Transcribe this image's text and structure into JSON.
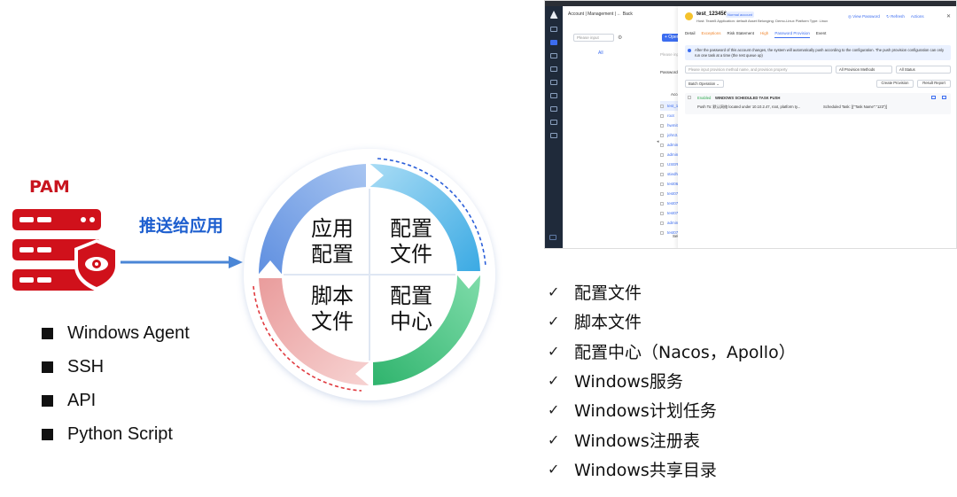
{
  "pam": {
    "label": "PAM",
    "push_label": "推送给应用"
  },
  "methods": [
    "Windows Agent",
    "SSH",
    "API",
    "Python Script"
  ],
  "cycle": {
    "segments": [
      {
        "text": [
          "应用",
          "配置"
        ]
      },
      {
        "text": [
          "配置",
          "文件"
        ]
      },
      {
        "text": [
          "脚本",
          "文件"
        ]
      },
      {
        "text": [
          "配置",
          "中心"
        ]
      }
    ],
    "colors": {
      "top_left": "#7ea6e8",
      "top_right": "#6fc4ec",
      "bottom_right": "#4cc98a",
      "bottom_left": "#f2b7b6",
      "dash_left": "#e0393e",
      "dash_right": "#2b5fd9"
    }
  },
  "screenshot": {
    "breadcrumb": "Account  |  Management  |  ← Back",
    "filter_placeholder": "Please input",
    "tree_all": "All",
    "open_button": "+ Open Account",
    "list_placeholder": "Please input sear",
    "password_expire": "Password Expire",
    "account_header": "Account",
    "accounts": [
      "test_123456",
      "root",
      "hwmit...",
      "john3...",
      "admini...",
      "admini...",
      "USER99...",
      "stiedhost...",
      "test0672...",
      "test0703...",
      "test0706...",
      "test0709...",
      "admini...",
      "test0708..."
    ],
    "select_all": "Select All",
    "account_name": "test_123456",
    "account_badge": "Normal account",
    "account_meta": "Host: Team5     Application: default     Asset Belonging: Demo-Linux     Platform Type: Linux",
    "actions": [
      "◎ View Password",
      "↻ Refresh",
      "Actions"
    ],
    "tabs": [
      "Detail",
      "Risk Statement",
      "Password Provision",
      "Event"
    ],
    "tab_badges": [
      "Exceptions",
      "High",
      "",
      ""
    ],
    "info_text": "After the password of this account changes, the system will automatically push according to the configuration. The push provision configuration can only run one task at a time (the rest queue up)",
    "search_placeholder": "Please input provision method name, and provision property",
    "provision_methods": "All Provision Methods",
    "status_filter": "All Status",
    "batch_operation": "Batch Operation ⌄",
    "create_provision": "Create Provision",
    "result_report": "Result Report",
    "provision": {
      "status": "Enabled",
      "title": "WINDOWS SCHEDULED TASK PUSH",
      "push_to": "Push To:  默认网络 located under 10.10.2.47, root, platform ty...",
      "scheduled_task": "Scheduled Task:  [{\"Task Name\":\"123\"}]"
    }
  },
  "features": [
    "配置文件",
    "脚本文件",
    "配置中心（Nacos，Apollo）",
    "Windows服务",
    "Windows计划任务",
    "Windows注册表",
    "Windows共享目录"
  ],
  "icons": [
    "server-shield-icon",
    "push-arrow-icon",
    "check-icon"
  ]
}
